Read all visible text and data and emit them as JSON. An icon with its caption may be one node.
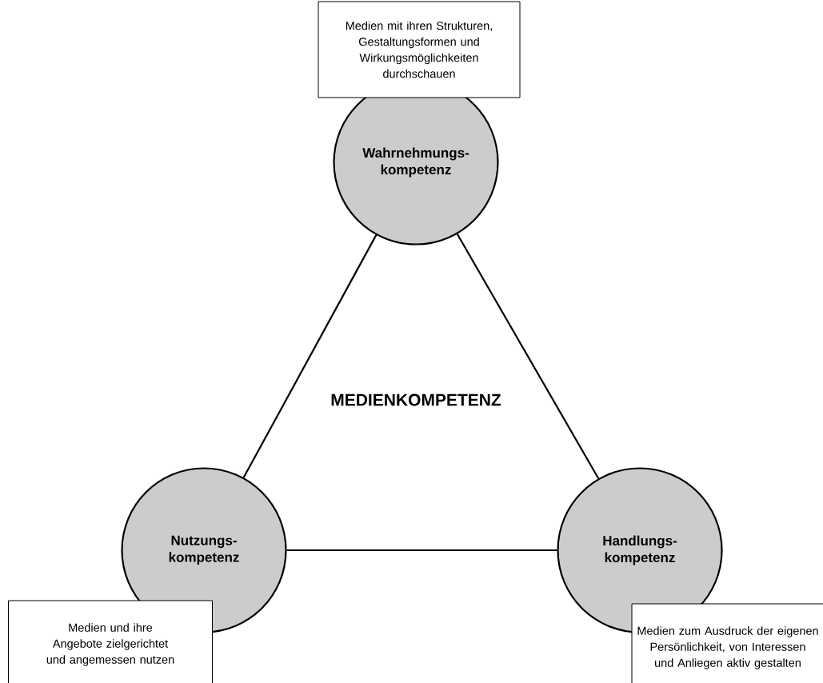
{
  "diagram": {
    "nodes": [
      {
        "text": [
          "Medien mit ihren Strukturen, Gestaltungsformen und Wirkungsmöglichkeiten durchschauen"
        ]
      },
      {
        "text": [
          "Wahrnehmungs- kompetenz"
        ]
      },
      {
        "text": [
          "Nutzungs- kompetenz"
        ]
      },
      {
        "text": [
          "Handlungs- kompetenz"
        ]
      },
      {
        "text": [
          "Medien und ihre Angebote zielgerichtet und angemessen nutzen"
        ]
      },
      {
        "text": [
          "Medien zum Ausdruck der eigenen Persönlichkeit, von Interessen und Anliegen aktiv gestalten"
        ]
      }
    ],
    "edges": [
      {
        "from": 1,
        "to": 2,
        "arrow": "none"
      },
      {
        "from": 1,
        "to": 3,
        "arrow": "none"
      },
      {
        "from": 2,
        "to": 3,
        "arrow": "none"
      }
    ],
    "labels": [
      "MEDIENKOMPETENZ"
    ]
  }
}
